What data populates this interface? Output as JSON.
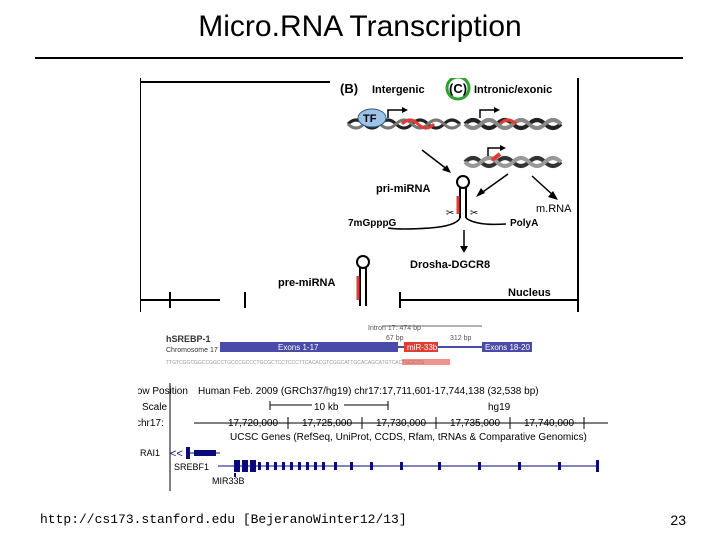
{
  "slide": {
    "title": "Micro.RNA Transcription",
    "footer_url": "http://cs173.stanford.edu [BejeranoWinter12/13]",
    "page_number": "23"
  },
  "diagram": {
    "panel_b_label": "(B)",
    "panel_b_title": "Intergenic",
    "panel_c_label": "(C)",
    "panel_c_title": "Intronic/exonic",
    "tf_label": "TF",
    "pri_mirna": "pri-miRNA",
    "cap_label": "7mGpppG",
    "polya_label": "PolyA",
    "mrna_label": "m.RNA",
    "drosha_label": "Drosha-DGCR8",
    "pre_mirna": "pre-miRNA",
    "nucleus_label": "Nucleus"
  },
  "gene": {
    "gene_name": "hSREBP-1",
    "chromosome": "Chromosome 17",
    "intron_label": "Intron 17: 474 bp",
    "left_bp": "67 bp",
    "right_bp": "312 bp",
    "exons_left": "Exons 1-17",
    "mir_label": "miR-33b",
    "exons_right": "Exons 18-20"
  },
  "browser": {
    "window_position_label": "Window Position",
    "window_position_value": "Human Feb. 2009 (GRCh37/hg19)   chr17:17,711,601-17,744,138 (32,538 bp)",
    "scale_label": "Scale",
    "scale_value": "10 kb",
    "assembly": "hg19",
    "chrom_label": "chr17:",
    "ticks": [
      "17,720,000",
      "17,725,000",
      "17,730,000",
      "17,735,000",
      "17,740,000"
    ],
    "genes_track_title": "UCSC Genes (RefSeq, UniProt, CCDS, Rfam, tRNAs & Comparative Genomics)",
    "gene_rai1": "RAI1",
    "gene_srebf1": "SREBF1",
    "gene_mir33b": "MIR33B"
  },
  "colors": {
    "tf_fill": "#9dc3e6",
    "mir_red": "#e03c31",
    "circle_green": "#2ca02c",
    "exon_blue": "#4a4aa8",
    "gene_navy": "#0a0a7a"
  }
}
